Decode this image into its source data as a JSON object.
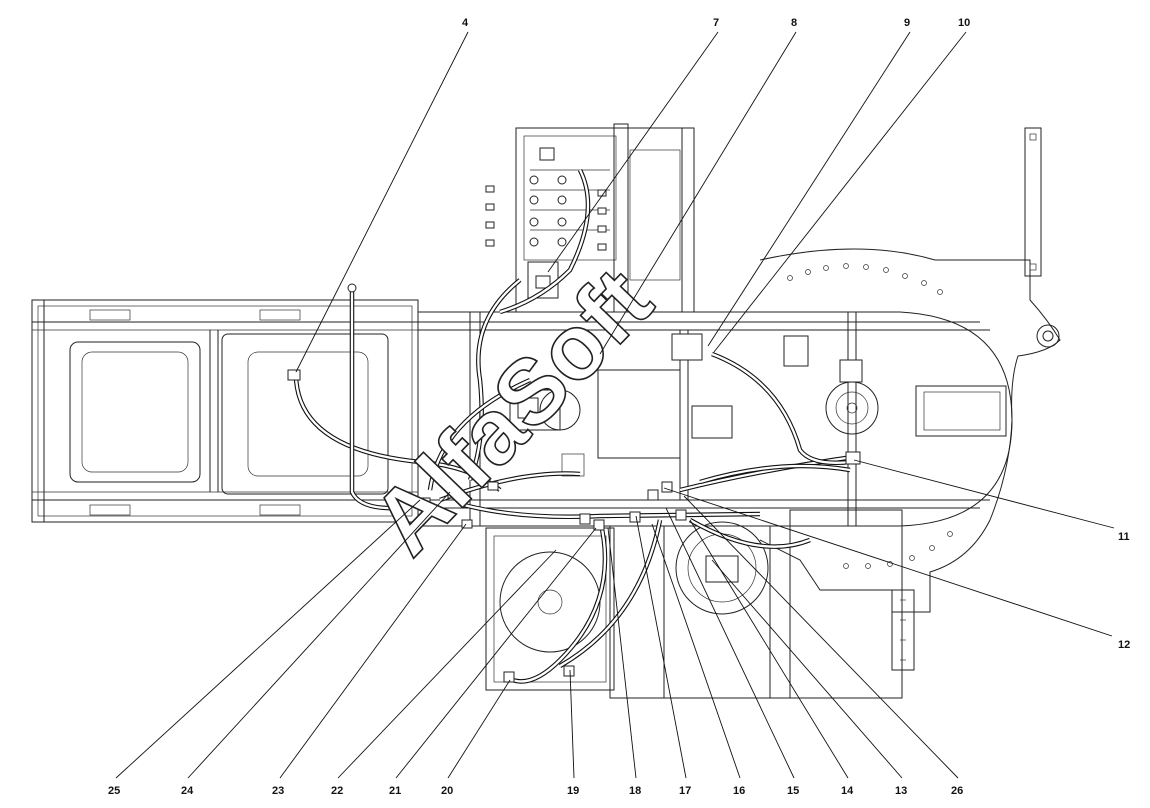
{
  "watermark": "AlfaSoft",
  "callouts_top": [
    "4",
    "7",
    "8",
    "9",
    "10"
  ],
  "callouts_right": [
    "11",
    "12"
  ],
  "callouts_bottom": [
    "25",
    "24",
    "23",
    "22",
    "21",
    "20",
    "19",
    "18",
    "17",
    "16",
    "15",
    "14",
    "13",
    "26"
  ]
}
